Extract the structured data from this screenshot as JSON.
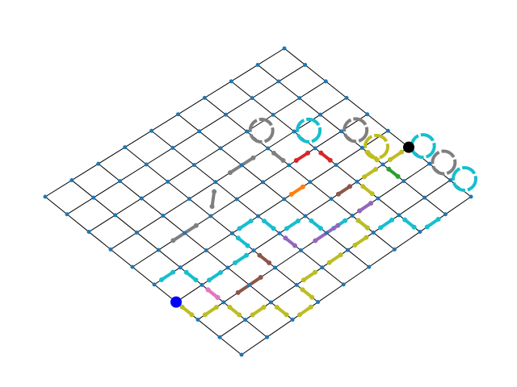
{
  "colors": {
    "background": "#ffffff",
    "grid_line": "#000000",
    "node": "#1f77b4",
    "start_marker": "#0000ff",
    "end_marker": "#000000"
  },
  "grid": {
    "rows": 10,
    "cols": 10
  },
  "markers": {
    "start": {
      "row": 3,
      "col": 0
    },
    "end": {
      "row": 3,
      "col": 9
    }
  },
  "edge_paths": [
    {
      "color": "#17becf",
      "points": [
        [
          4,
          0
        ],
        [
          4,
          1
        ],
        [
          3,
          1
        ],
        [
          3,
          2
        ],
        [
          3,
          3
        ],
        [
          4,
          3
        ],
        [
          4,
          4
        ],
        [
          3,
          4
        ],
        [
          3,
          5
        ],
        [
          2,
          5
        ],
        [
          2,
          6
        ],
        [
          1,
          6
        ],
        [
          1,
          7
        ],
        [
          0,
          7
        ],
        [
          0,
          8
        ]
      ]
    },
    {
      "color": "#bcbd22",
      "points": [
        [
          3,
          0
        ],
        [
          2,
          0
        ],
        [
          2,
          1
        ],
        [
          1,
          1
        ],
        [
          1,
          2
        ],
        [
          0,
          2
        ],
        [
          0,
          3
        ],
        [
          1,
          3
        ],
        [
          1,
          4
        ],
        [
          1,
          5
        ],
        [
          1,
          6
        ],
        [
          2,
          6
        ],
        [
          2,
          7
        ],
        [
          3,
          7
        ],
        [
          3,
          8
        ],
        [
          4,
          8
        ],
        [
          3,
          8
        ],
        [
          3,
          9
        ]
      ]
    },
    {
      "color": "#8c564b",
      "points": [
        [
          3,
          1
        ],
        [
          2,
          1
        ],
        [
          2,
          3
        ],
        [
          3,
          3
        ]
      ]
    },
    {
      "color": "#8c564b",
      "points": [
        [
          3,
          7
        ],
        [
          3,
          6
        ]
      ]
    },
    {
      "color": "#9467bd",
      "points": [
        [
          3,
          4
        ],
        [
          2,
          4
        ],
        [
          2,
          6
        ],
        [
          2,
          7
        ]
      ]
    },
    {
      "color": "#7f7f7f",
      "points": [
        [
          5,
          1
        ],
        [
          5,
          3
        ],
        [
          6,
          4
        ],
        [
          6,
          6
        ],
        [
          5,
          6
        ]
      ]
    },
    {
      "color": "#d62728",
      "points": [
        [
          5,
          6
        ],
        [
          5,
          7
        ],
        [
          4,
          7
        ]
      ]
    },
    {
      "color": "#ff7f0e",
      "points": [
        [
          4,
          5
        ],
        [
          4,
          6
        ]
      ]
    },
    {
      "color": "#2ca02c",
      "points": [
        [
          3,
          8
        ],
        [
          2,
          8
        ]
      ]
    },
    {
      "color": "#e377c2",
      "points": [
        [
          3,
          1
        ],
        [
          2,
          1
        ]
      ]
    }
  ],
  "self_loops": [
    {
      "color": "#7f7f7f",
      "row": 6,
      "col": 6
    },
    {
      "color": "#17becf",
      "row": 5,
      "col": 7
    },
    {
      "color": "#7f7f7f",
      "row": 4,
      "col": 8
    },
    {
      "color": "#bcbd22",
      "row": 3,
      "col": 8
    },
    {
      "color": "#17becf",
      "row": 2,
      "col": 9
    },
    {
      "color": "#7f7f7f",
      "row": 1,
      "col": 9
    },
    {
      "color": "#17becf",
      "row": 0,
      "col": 9
    }
  ]
}
